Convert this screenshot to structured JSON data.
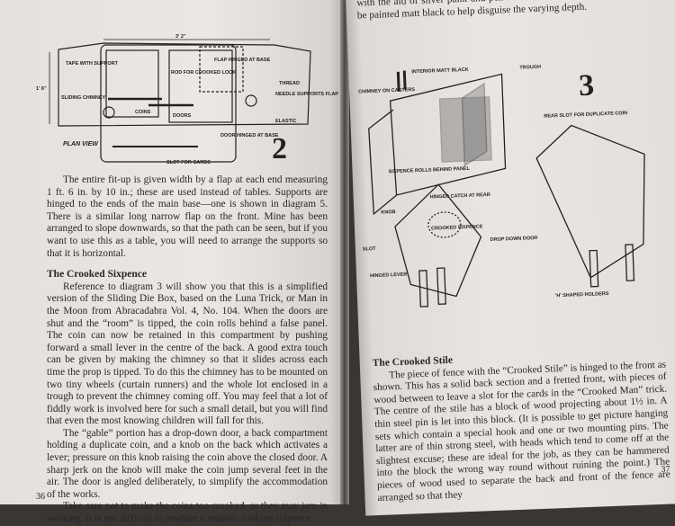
{
  "left_page": {
    "diagram": {
      "number": "2",
      "title": "PLAN VIEW",
      "labels": {
        "width": "3' 2\"",
        "height": "1' 6\"",
        "tape": "TAPE WITH SUPPORT",
        "chimney": "SLIDING CHIMNEY",
        "coins": "COINS",
        "rod": "ROD FOR CROOKED LOCK",
        "flap": "FLAP HINGED AT BASE",
        "thread": "THREAD",
        "needle": "NEEDLE SUPPORTS FLAP",
        "elastic": "ELASTIC",
        "door": "DOOR HINGED AT BASE",
        "slot": "SLOT FOR CARDS",
        "doors": "DOORS"
      }
    },
    "paragraphs": [
      "The entire fit-up is given width by a flap at each end measuring 1 ft. 6 in. by 10 in.; these are used instead of tables. Supports are hinged to the ends of the main base—one is shown in diagram 5. There is a similar long narrow flap on the front. Mine has been arranged to slope downwards, so that the path can be seen, but if you want to use this as a table, you will need to arrange the supports so that it is horizontal."
    ],
    "heading": "The Crooked Sixpence",
    "section_paragraphs": [
      "Reference to diagram 3 will show you that this is a simplified version of the Sliding Die Box, based on the Luna Trick, or Man in the Moon from Abracadabra Vol. 4, No. 104. When the doors are shut and the “room” is tipped, the coin rolls behind a false panel. The coin can now be retained in this compartment by pushing forward a small lever in the centre of the back. A good extra touch can be given by making the chimney so that it slides across each time the prop is tipped. To do this the chimney has to be mounted on two tiny wheels (curtain runners) and the whole lot enclosed in a trough to prevent the chimney coming off. You may feel that a lot of fiddly work is involved here for such a small detail, but you will find that even the most knowing children will fall for this.",
      "The “gable” portion has a drop-down door, a back compartment holding a duplicate coin, and a knob on the back which activates a lever; pressure on this knob raising the coin above the closed door. A sharp jerk on the knob will make the coin jump several feet in the air. The door is angled deliberately, to simplify the accommodation of the works.",
      "Take care not to make the coins too crooked, or they may jam in working. It is not difficult to produce a realistic looking sixpence"
    ],
    "page_number": "36"
  },
  "right_page": {
    "top_text": "with the aid of silver paint and pen and ink. The room must, of course, be painted matt black to help disguise the varying depth.",
    "diagram": {
      "number": "3",
      "labels": {
        "interior": "INTERIOR MATT BLACK",
        "trough": "TROUGH",
        "chimney": "CHIMNEY ON CASTERS",
        "rear_slot": "REAR SLOT FOR DUPLICATE COIN",
        "sixpence_rolls": "SIXPENCE ROLLS BEHIND PANEL",
        "catch": "HINGED CATCH AT REAR",
        "knob": "KNOB",
        "crooked": "CROOKED SIXPENCE",
        "slot": "SLOT",
        "lever": "HINGED LEVER",
        "door": "DROP DOWN DOOR",
        "holders": "'H' SHAPED HOLDERS"
      }
    },
    "heading": "The Crooked Stile",
    "paragraphs": [
      "The piece of fence with the “Crooked Stile” is hinged to the front as shown. This has a solid back section and a fretted front, with pieces of wood between to leave a slot for the cards in the “Crooked Man” trick. The centre of the stile has a block of wood projecting about 1½ in. A thin steel pin is let into this block. (It is possible to get picture hanging sets which contain a special hook and one or two mounting pins. The latter are of thin strong steel, with heads which tend to come off at the slightest excuse; these are ideal for the job, as they can be hammered into the block the wrong way round without ruining the point.) The pieces of wood used to separate the back and front of the fence are arranged so that they"
    ],
    "page_number": "37"
  }
}
